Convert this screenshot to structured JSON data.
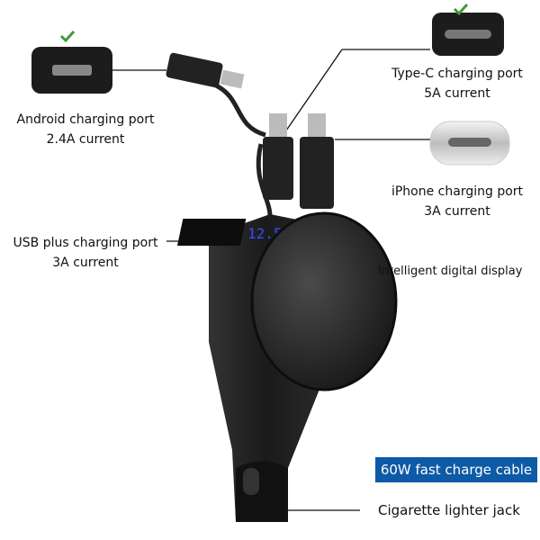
{
  "labels": {
    "android": {
      "title": "Android charging port",
      "current": "2.4A current"
    },
    "type_c": {
      "title": "Type-C charging port",
      "current": "5A current"
    },
    "iphone": {
      "title": "iPhone charging port",
      "current": "3A current"
    },
    "usb": {
      "title": "USB plus charging port",
      "current": "3A current"
    },
    "display": "Intelligent digital display",
    "jack": "Cigarette lighter jack"
  },
  "badge": "60W fast charge cable",
  "colors": {
    "badge": "#0d5aa6",
    "check": "#3a9a3a",
    "body": "#1c1c1c"
  }
}
